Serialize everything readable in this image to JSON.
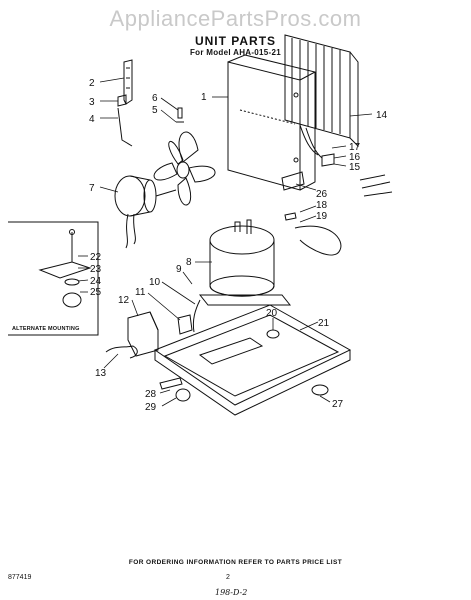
{
  "watermark": "AppliancePartsPros.com",
  "title": "UNIT PARTS",
  "subtitle": "For Model AHA-015-21",
  "alternate_mounting_caption": "ALTERNATE MOUNTING",
  "footer_info": "FOR ORDERING INFORMATION REFER TO PARTS PRICE LIST",
  "doc_number": "877419",
  "page_number": "2",
  "handwritten_note": "198-D-2",
  "part_numbers": [
    "1",
    "2",
    "3",
    "4",
    "5",
    "6",
    "7",
    "8",
    "9",
    "10",
    "11",
    "12",
    "13",
    "14",
    "15",
    "16",
    "17",
    "18",
    "19",
    "20",
    "21",
    "22",
    "23",
    "24",
    "25",
    "26",
    "27",
    "28",
    "29"
  ]
}
